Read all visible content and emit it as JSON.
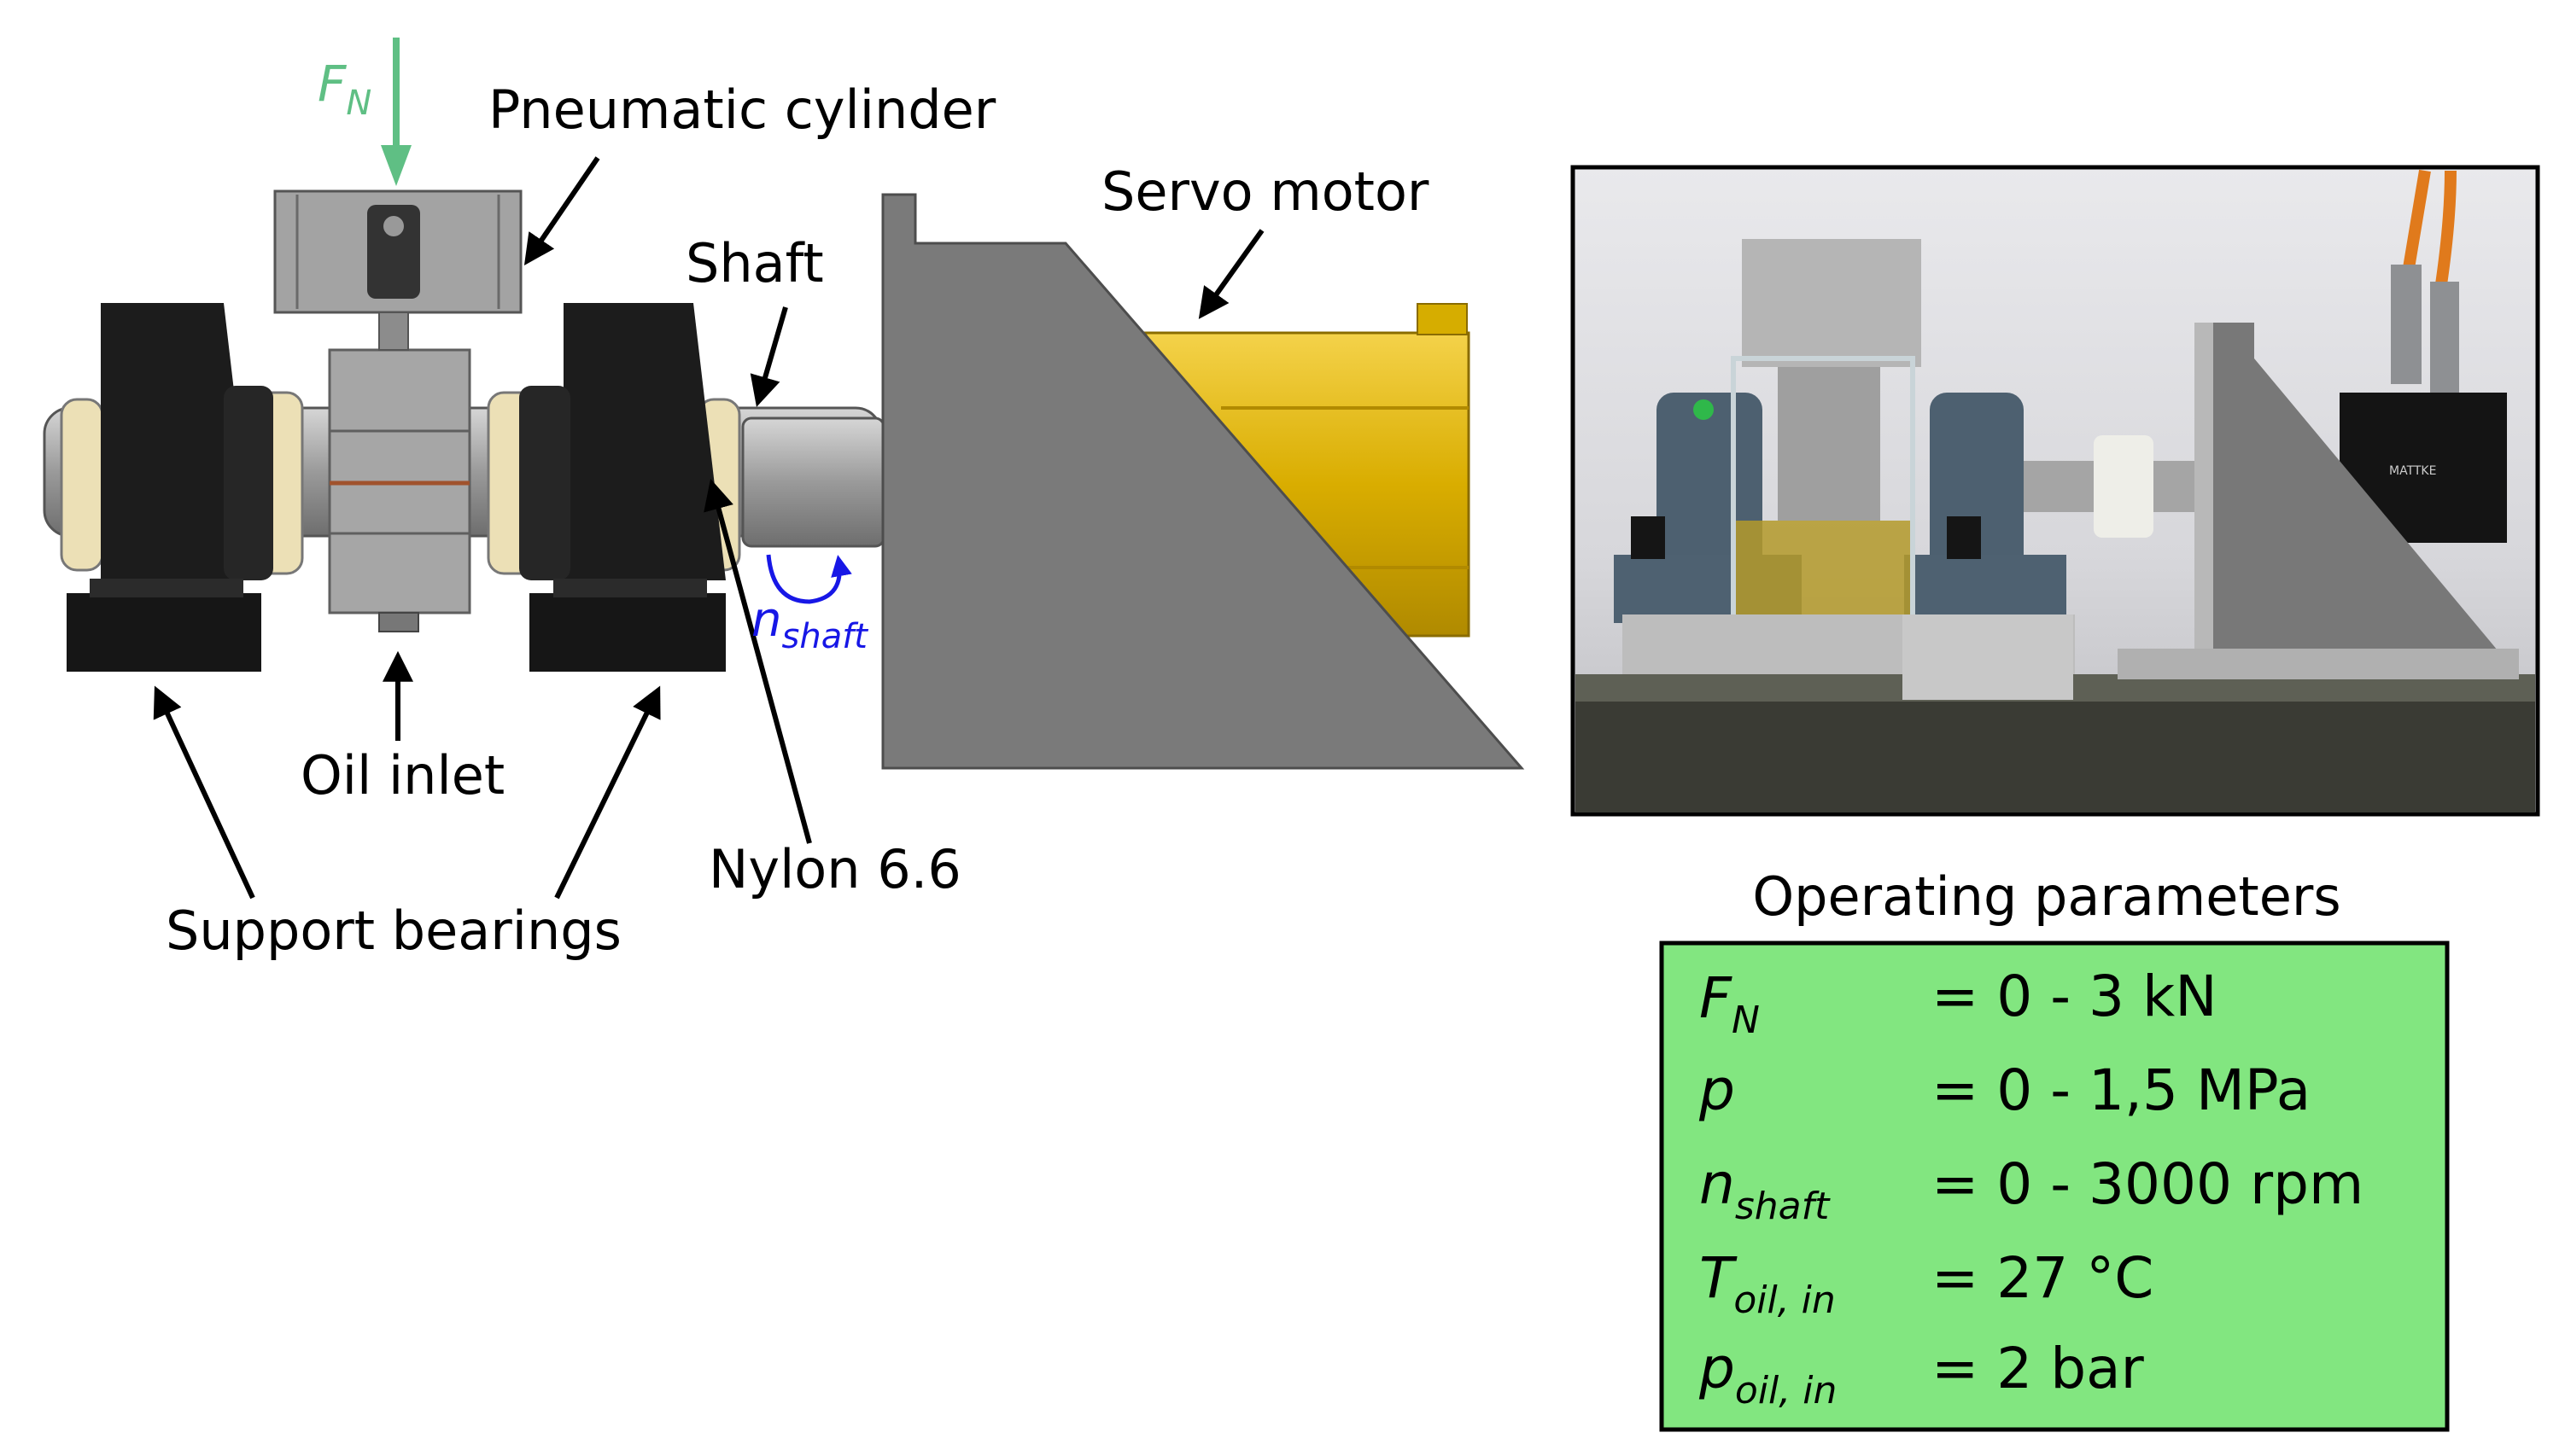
{
  "diagram": {
    "labels": {
      "force_base": "F",
      "force_sub": "N",
      "pneumatic_cylinder": "Pneumatic cylinder",
      "servo_motor": "Servo motor",
      "shaft": "Shaft",
      "oil_inlet": "Oil inlet",
      "support_bearings": "Support bearings",
      "nylon": "Nylon 6.6",
      "n_shaft_base": "n",
      "n_shaft_sub": "shaft"
    },
    "colors": {
      "force_arrow": "#5fbf84",
      "rotation": "#1717e6",
      "bearing_block": "#1c1c1c",
      "steel": "#a9a9a9",
      "nylon": "#e8dcb0",
      "motor_mount": "#7a7a7a",
      "motor_gold": "#e3b600"
    }
  },
  "photo": {
    "motor_label": "MATTKE"
  },
  "parameters": {
    "title": "Operating parameters",
    "box_color": "#82e680",
    "rows": [
      {
        "symbol": "F",
        "sub": "N",
        "value": "= 0 - 3 kN"
      },
      {
        "symbol": "p",
        "sub": "",
        "value": "= 0 - 1,5 MPa"
      },
      {
        "symbol": "n",
        "sub": "shaft",
        "value": "= 0 - 3000 rpm"
      },
      {
        "symbol": "T",
        "sub": "oil, in",
        "value": "= 27 °C"
      },
      {
        "symbol": "p",
        "sub": "oil, in",
        "value": "= 2 bar"
      }
    ]
  }
}
